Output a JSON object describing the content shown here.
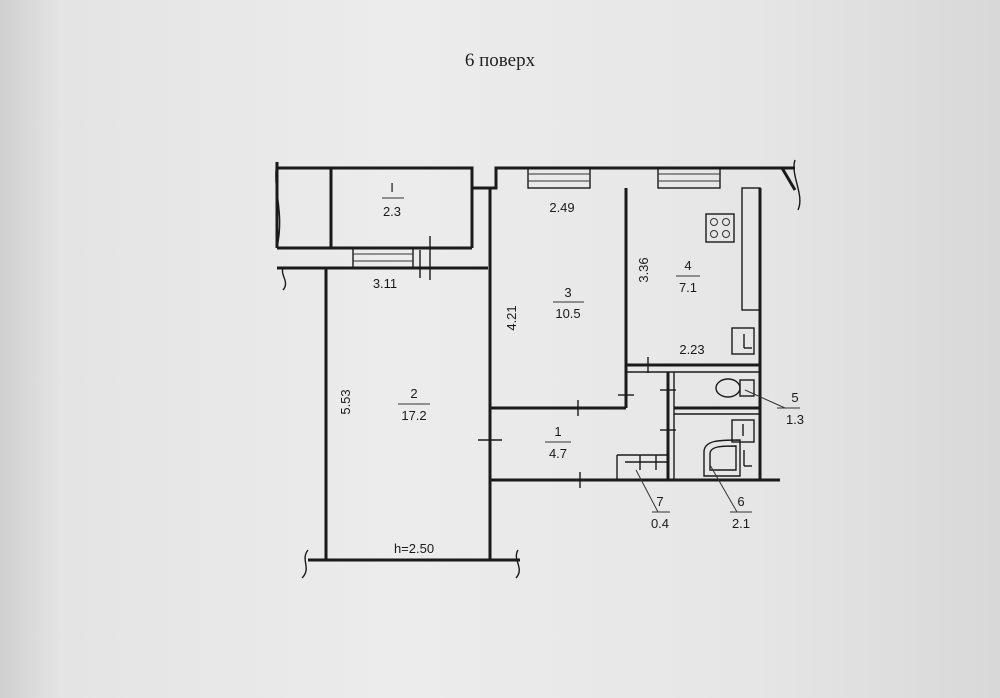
{
  "title": "6 поверх",
  "rooms": [
    {
      "number": "I",
      "area": "2.3"
    },
    {
      "number": "3",
      "area": "10.5"
    },
    {
      "number": "4",
      "area": "7.1"
    },
    {
      "number": "2",
      "area": "17.2"
    },
    {
      "number": "1",
      "area": "4.7"
    },
    {
      "number": "5",
      "area": "1.3"
    },
    {
      "number": "7",
      "area": "0.4"
    },
    {
      "number": "6",
      "area": "2.1"
    }
  ],
  "dimensions": {
    "balcony_width": "3.11",
    "room3_width": "2.49",
    "room3_depth": "4.21",
    "kitchen_depth": "3.36",
    "hall_width": "2.23",
    "room2_depth": "5.53",
    "ceiling_height": "h=2.50"
  }
}
